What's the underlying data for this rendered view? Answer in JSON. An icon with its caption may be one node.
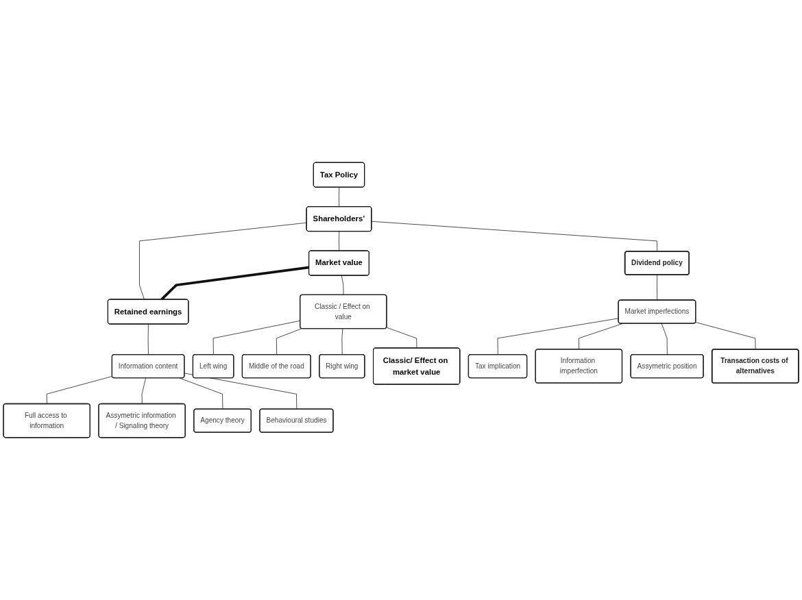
{
  "diagram": {
    "nodes": [
      {
        "text": [
          "Tax Policy"
        ]
      },
      {
        "text": [
          "Shareholders’"
        ]
      },
      {
        "text": [
          "Dividend policy"
        ]
      },
      {
        "text": [
          "Market value"
        ]
      },
      {
        "text": [
          "Retained earnings"
        ]
      },
      {
        "text": [
          "Classic / Effect on value"
        ]
      },
      {
        "text": [
          "Market imperfections"
        ]
      },
      {
        "text": [
          "Information content"
        ]
      },
      {
        "text": [
          "Left wing"
        ]
      },
      {
        "text": [
          "Middle of the road"
        ]
      },
      {
        "text": [
          "Right wing"
        ]
      },
      {
        "text": [
          "Classic/ Effect on market value"
        ]
      },
      {
        "text": [
          "Tax implication"
        ]
      },
      {
        "text": [
          "Information imperfection"
        ]
      },
      {
        "text": [
          "Assymetric position"
        ]
      },
      {
        "text": [
          "Transaction costs of alternatives"
        ]
      },
      {
        "text": [
          "Full access to information"
        ]
      },
      {
        "text": [
          "Assymetric information / Signaling theory"
        ]
      },
      {
        "text": [
          "Agency theory"
        ]
      },
      {
        "text": [
          "Behavioural studies"
        ]
      }
    ],
    "edges": [
      {
        "from": 0,
        "to": 1,
        "arrow": "none"
      },
      {
        "from": 1,
        "to": 3,
        "arrow": "none"
      },
      {
        "from": 1,
        "to": 2,
        "arrow": "none"
      },
      {
        "from": 1,
        "to": 4,
        "arrow": "none"
      },
      {
        "from": 3,
        "to": 4,
        "arrow": "none",
        "style": "thick"
      },
      {
        "from": 3,
        "to": 5,
        "arrow": "none"
      },
      {
        "from": 2,
        "to": 6,
        "arrow": "none"
      },
      {
        "from": 4,
        "to": 7,
        "arrow": "none"
      },
      {
        "from": 5,
        "to": 8,
        "arrow": "none"
      },
      {
        "from": 5,
        "to": 9,
        "arrow": "none"
      },
      {
        "from": 5,
        "to": 10,
        "arrow": "none"
      },
      {
        "from": 5,
        "to": 11,
        "arrow": "none"
      },
      {
        "from": 6,
        "to": 12,
        "arrow": "none"
      },
      {
        "from": 6,
        "to": 13,
        "arrow": "none"
      },
      {
        "from": 6,
        "to": 14,
        "arrow": "none"
      },
      {
        "from": 6,
        "to": 15,
        "arrow": "none"
      },
      {
        "from": 7,
        "to": 16,
        "arrow": "none"
      },
      {
        "from": 7,
        "to": 17,
        "arrow": "none"
      },
      {
        "from": 7,
        "to": 18,
        "arrow": "none"
      },
      {
        "from": 7,
        "to": 19,
        "arrow": "none"
      }
    ]
  }
}
